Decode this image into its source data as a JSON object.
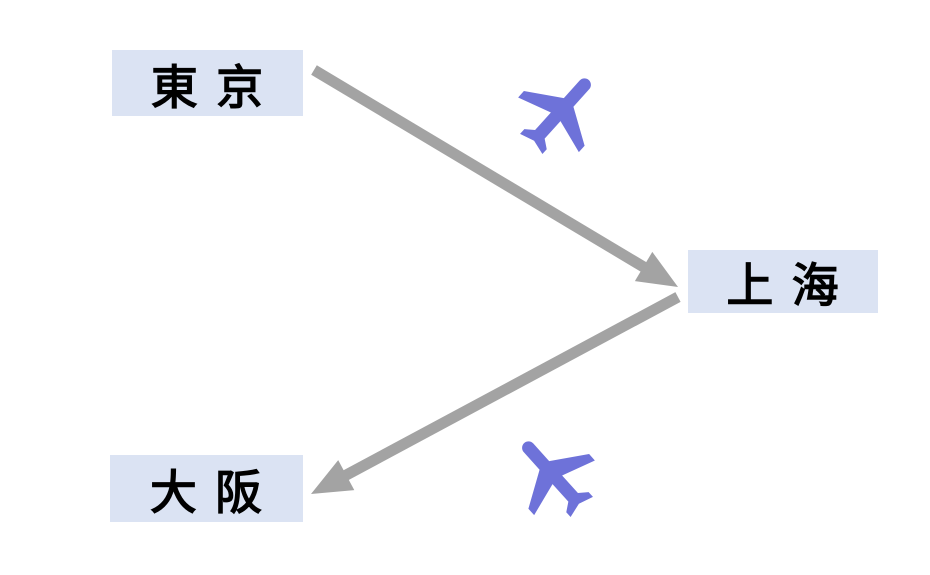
{
  "background_color": "#ffffff",
  "colors": {
    "node_bg": "#dbe3f3",
    "node_text": "#000000",
    "arrow": "#a3a3a3",
    "plane": "#6e72d9"
  },
  "nodes": {
    "tokyo": {
      "label": "東 京"
    },
    "shanghai": {
      "label": "上 海"
    },
    "osaka": {
      "label": "大 阪"
    }
  },
  "edges": [
    {
      "from": "東 京",
      "to": "上 海",
      "direction": "down-right",
      "icon": "airplane-icon"
    },
    {
      "from": "上 海",
      "to": "大 阪",
      "direction": "down-left",
      "icon": "airplane-icon"
    }
  ]
}
